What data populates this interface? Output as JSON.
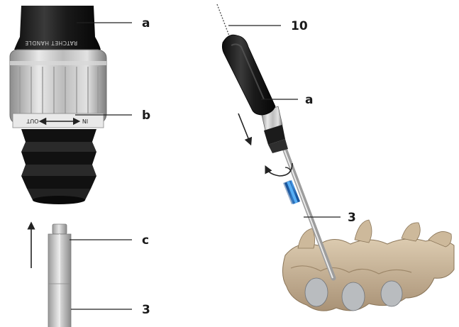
{
  "callouts": {
    "left_a": "a",
    "left_b": "b",
    "left_c": "c",
    "left_3": "3",
    "right_10": "10",
    "right_a": "a",
    "right_3": "3"
  },
  "handle_text": {
    "ratchet": "RATCHET HANDLE",
    "out": "OUT",
    "in": "IN"
  },
  "colors": {
    "handle_black": "#1c1c1c",
    "silver": "#c9c9c9",
    "bone": "#c8b496",
    "sleeve_blue": "#2f7fd0",
    "arrow": "#222222"
  }
}
